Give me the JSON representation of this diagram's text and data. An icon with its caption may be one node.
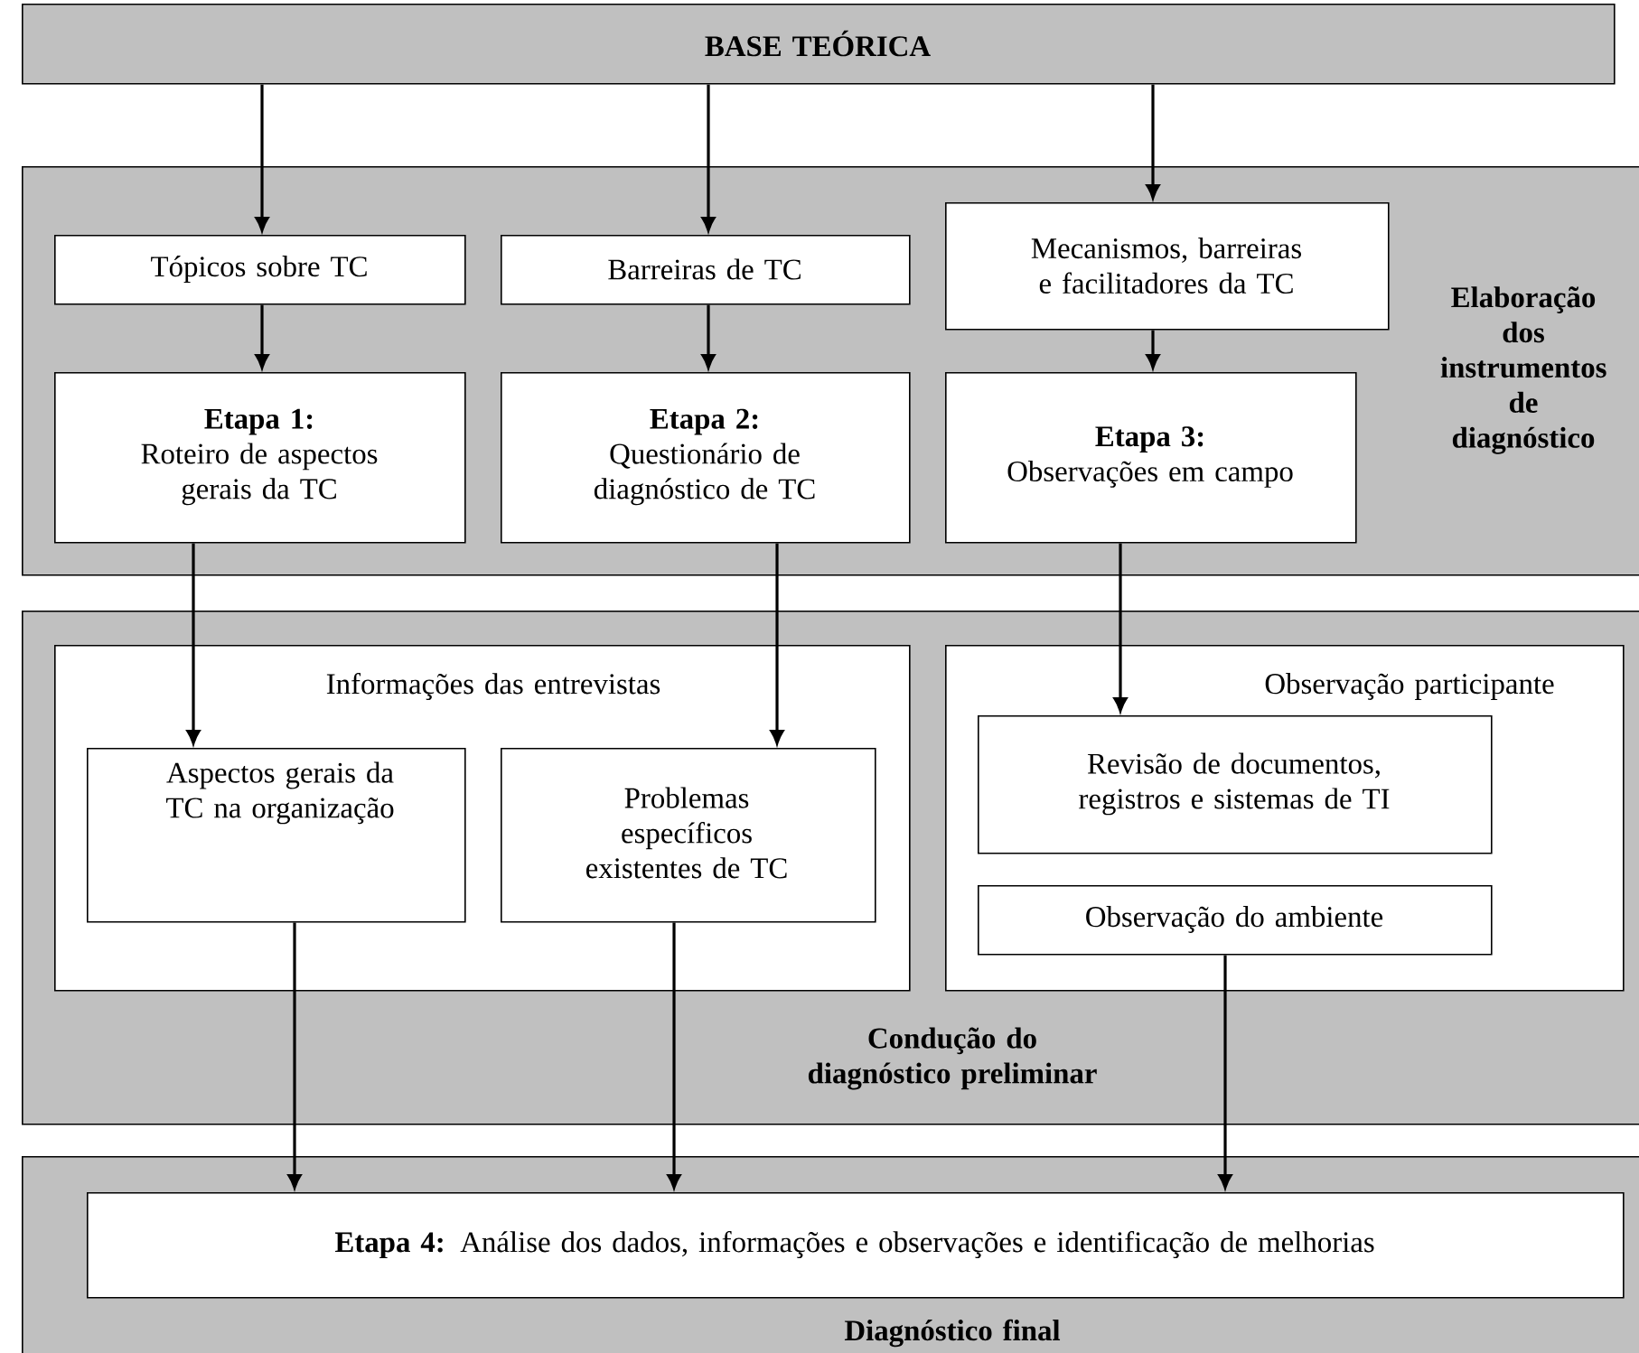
{
  "diagram": {
    "nodes": [
      {
        "text": [
          "BASE TEÓRICA"
        ]
      },
      {
        "text": [
          "Elaboração dos instrumentos de diagnóstico"
        ]
      },
      {
        "text": [
          "Tópicos sobre TC"
        ],
        "in": 1
      },
      {
        "text": [
          "Barreiras de TC"
        ],
        "in": 1
      },
      {
        "text": [
          "Mecanismos, barreiras e facilitadores da TC"
        ],
        "in": 1
      },
      {
        "text": [
          "Etapa 1:",
          "Roteiro de aspectos gerais da TC"
        ],
        "in": 1
      },
      {
        "text": [
          "Etapa 2:",
          "Questionário de diagnóstico de TC"
        ],
        "in": 1
      },
      {
        "text": [
          "Etapa 3:",
          "Observações em campo"
        ],
        "in": 1
      },
      {
        "text": [
          "Condução do diagnóstico preliminar"
        ]
      },
      {
        "text": [
          "Informações das entrevistas"
        ],
        "in": 8
      },
      {
        "text": [
          "Aspectos gerais da TC na organização"
        ],
        "in": 9
      },
      {
        "text": [
          "Problemas específicos existentes de TC"
        ],
        "in": 9
      },
      {
        "text": [
          "Observação participante"
        ],
        "in": 8
      },
      {
        "text": [
          "Revisão de documentos, registros e sistemas de TI"
        ],
        "in": 12
      },
      {
        "text": [
          "Observação do ambiente"
        ],
        "in": 12
      },
      {
        "text": [
          "Diagnóstico final"
        ]
      },
      {
        "text": [
          "**Etapa 4:** Análise dos dados, informações e observações e identificação de melhorias"
        ],
        "in": 15
      }
    ],
    "edges": [
      {
        "from": 0,
        "to": 2,
        "arrow": "to"
      },
      {
        "from": 0,
        "to": 3,
        "arrow": "to"
      },
      {
        "from": 0,
        "to": 4,
        "arrow": "to"
      },
      {
        "from": 2,
        "to": 5,
        "arrow": "to"
      },
      {
        "from": 3,
        "to": 6,
        "arrow": "to"
      },
      {
        "from": 4,
        "to": 7,
        "arrow": "to"
      },
      {
        "from": 5,
        "to": 10,
        "arrow": "to"
      },
      {
        "from": 6,
        "to": 11,
        "arrow": "to"
      },
      {
        "from": 7,
        "to": 13,
        "arrow": "to"
      },
      {
        "from": 10,
        "to": 16,
        "arrow": "to"
      },
      {
        "from": 11,
        "to": 16,
        "arrow": "to"
      },
      {
        "from": 14,
        "to": 16,
        "arrow": "to"
      }
    ]
  }
}
